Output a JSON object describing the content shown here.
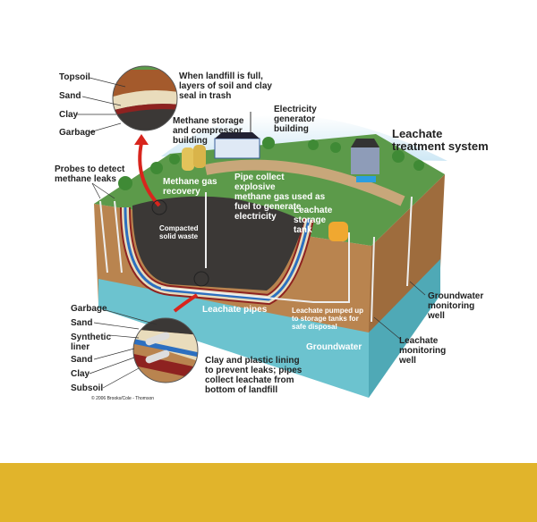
{
  "colors": {
    "band": "#E1B42B",
    "grass": "#5c9a4a",
    "soil": "#b9844f",
    "water": "#6cc3cf",
    "garbage": "#3b3836",
    "clay": "#8e2220",
    "sand": "#e9dcbc",
    "arrow": "#d8251d"
  },
  "labels": {
    "topsoil": "Topsoil",
    "sand_top": "Sand",
    "clay_top": "Clay",
    "garbage_top": "Garbage",
    "full_note": "When landfill is full,\nlayers of soil and clay\nseal in trash",
    "methane_building": "Methane storage\nand compressor\nbuilding",
    "electricity_building": "Electricity\ngenerator\nbuilding",
    "leachate_treatment": "Leachate\ntreatment system",
    "probes": "Probes to detect\nmethane leaks",
    "methane_recovery": "Methane gas\nrecovery",
    "pipe_collect": "Pipe collect\nexplosive\nmethane gas used as\nfuel to generate\nelectricity",
    "leachate_tank": "Leachate\nstorage\ntank",
    "compacted": "Compacted\nsolid waste",
    "leachate_pipes": "Leachate pipes",
    "leachate_pumped": "Leachate pumped up\nto storage tanks for\nsafe disposal",
    "groundwater": "Groundwater",
    "gw_well": "Groundwater\nmonitoring\nwell",
    "leachate_well": "Leachate\nmonitoring\nwell",
    "garbage_bottom": "Garbage",
    "sand_bottom1": "Sand",
    "synthetic_liner": "Synthetic\nliner",
    "sand_bottom2": "Sand",
    "clay_bottom": "Clay",
    "subsoil": "Subsoil",
    "lining_note": "Clay and plastic lining\nto prevent leaks; pipes\ncollect leachate from\nbottom of landfill",
    "copyright": "© 2006 Brooks/Cole - Thomson"
  }
}
